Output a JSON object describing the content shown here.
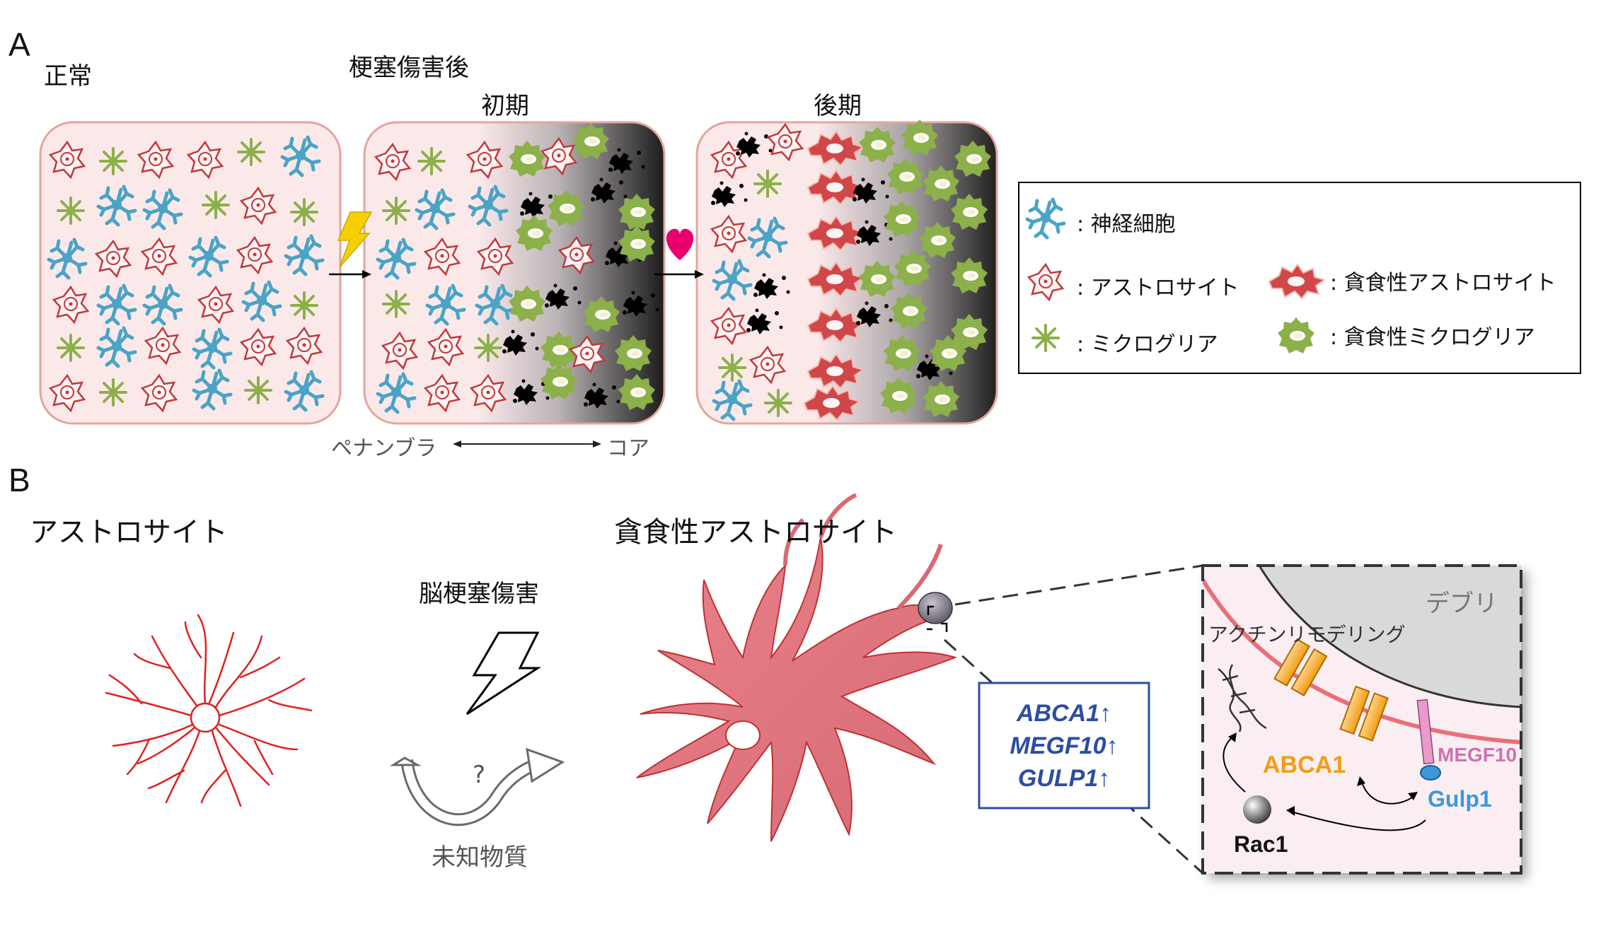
{
  "panel_a": {
    "letter": "A",
    "normal_label": "正常",
    "after_infarct_label": "梗塞傷害後",
    "early_label": "初期",
    "late_label": "後期",
    "penumbra_label": "ペナンブラ",
    "core_label": "コア"
  },
  "legend": {
    "neuron": ": 神経細胞",
    "astrocyte": ": アストロサイト",
    "microglia": ": ミクログリア",
    "phago_astrocyte": ": 貪食性アストロサイト",
    "phago_microglia": ": 貪食性ミクログリア"
  },
  "panel_b": {
    "letter": "B",
    "astrocyte_title": "アストロサイト",
    "injury_label": "脳梗塞傷害",
    "question_mark": "?",
    "unknown_substance": "未知物質",
    "phago_astrocyte_title": "貪食性アストロサイト",
    "genes": [
      "ABCA1↑",
      "MEGF10↑",
      "GULP1↑"
    ],
    "inset": {
      "debris": "デブリ",
      "actin": "アクチンリモデリング",
      "abca1": "ABCA1",
      "megf10": "MEGF10",
      "gulp1": "Gulp1",
      "rac1": "Rac1"
    }
  },
  "colors": {
    "neuron": "#4ba3c7",
    "astrocyte": "#c0393b",
    "microglia": "#8cb04a",
    "box_fill": "#fbe9ea",
    "box_stroke": "#e3a59c",
    "gene_blue": "#2b4da3",
    "abca1_orange": "#f39c12",
    "megf10_pink": "#d070b0",
    "gulp1_blue": "#3a9ad9",
    "heart": "#e8006f",
    "lightning": "#f5d000"
  }
}
